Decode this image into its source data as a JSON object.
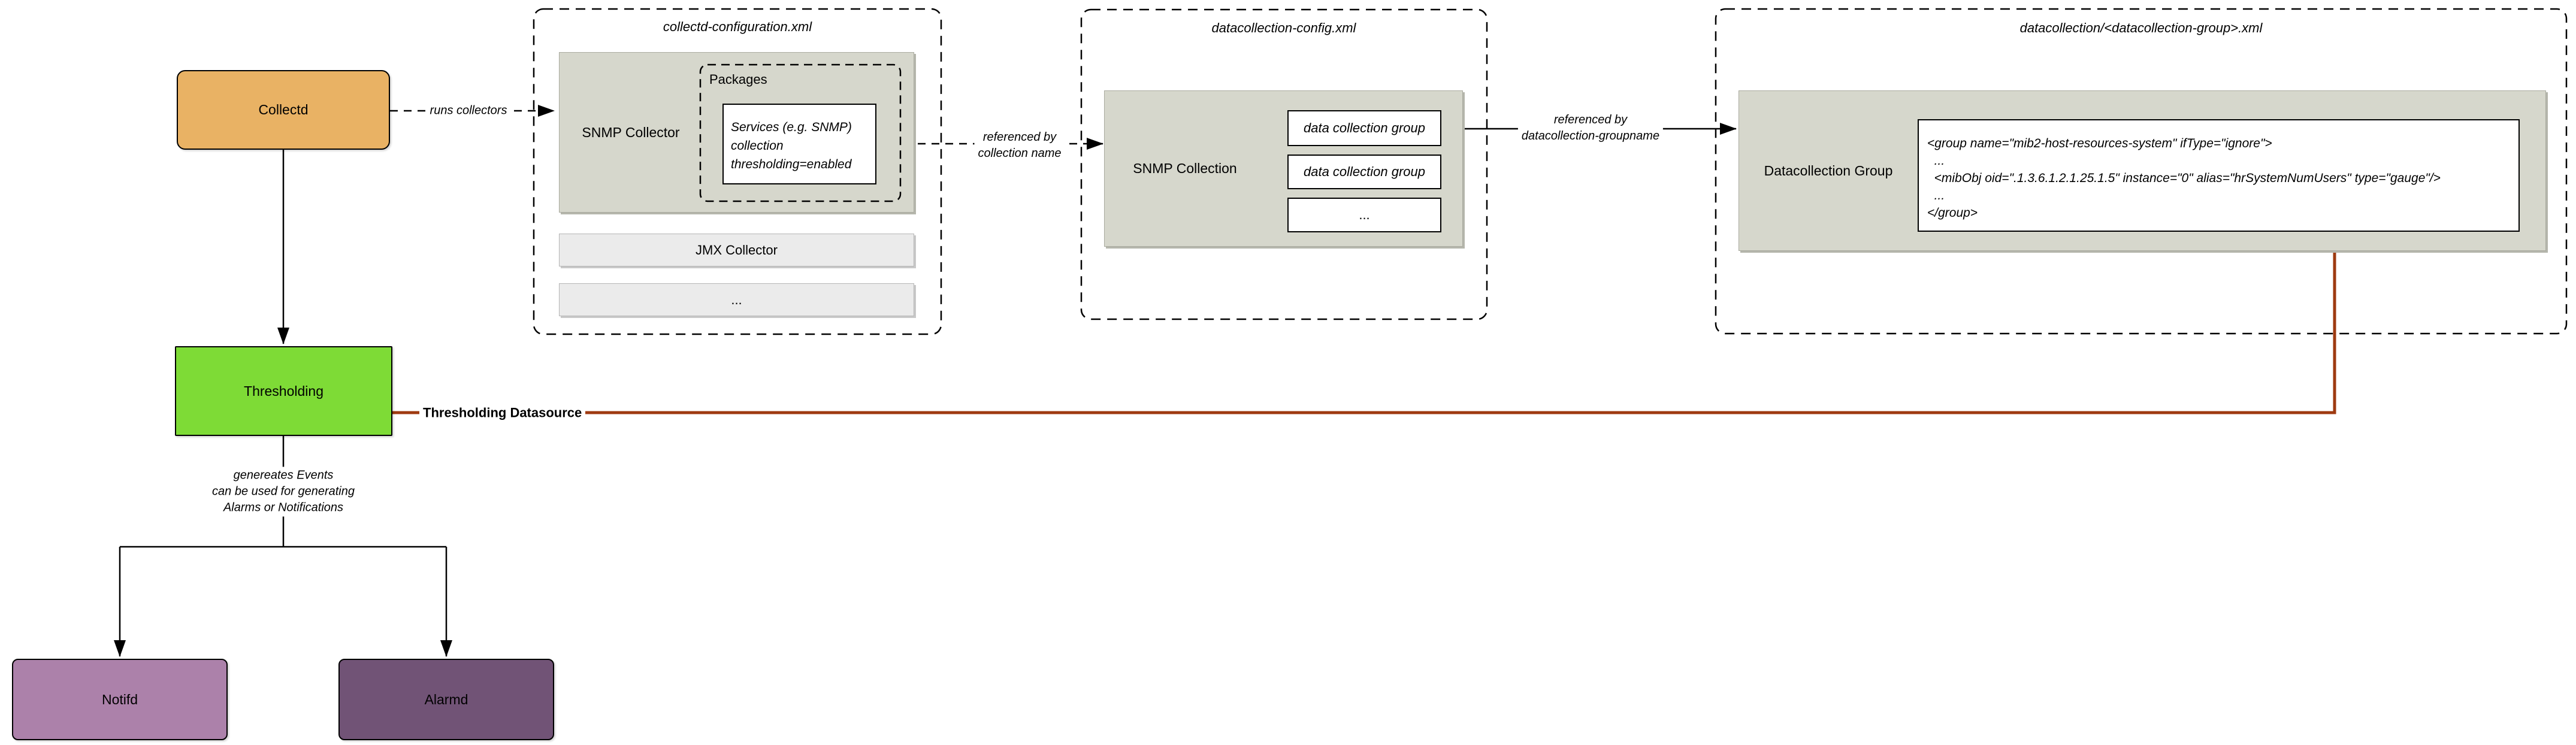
{
  "nodes": {
    "collectd": {
      "label": "Collectd"
    },
    "thresholding": {
      "label": "Thresholding"
    },
    "notifd": {
      "label": "Notifd"
    },
    "alarmd": {
      "label": "Alarmd"
    }
  },
  "collectd_config": {
    "title": "collectd-configuration.xml",
    "snmp_collector_label": "SNMP Collector",
    "packages_label": "Packages",
    "services_lines": [
      "Services (e.g. SNMP)",
      "collection",
      "thresholding=enabled"
    ],
    "jmx_collector_label": "JMX Collector",
    "more_label": "..."
  },
  "datacollection_config": {
    "title": "datacollection-config.xml",
    "snmp_collection_label": "SNMP Collection",
    "group_boxes": [
      "data collection group",
      "data collection group",
      "..."
    ]
  },
  "datacollection_group_file": {
    "title": "datacollection/<datacollection-group>.xml",
    "panel_label": "Datacollection Group",
    "xml_lines": [
      "<group name=\"mib2-host-resources-system\" ifType=\"ignore\">",
      "  ...",
      "  <mibObj oid=\".1.3.6.1.2.1.25.1.5\" instance=\"0\" alias=\"hrSystemNumUsers\" type=\"gauge\"/>",
      "  ...",
      "</group>"
    ]
  },
  "edges": {
    "runs_collectors": "runs collectors",
    "referenced_by_collection": [
      "referenced by",
      "collection name"
    ],
    "referenced_by_groupname": [
      "referenced by",
      "datacollection-groupname"
    ],
    "thresholding_datasource": "Thresholding Datasource",
    "generates_events": [
      "genereates Events",
      "can be used for generating",
      "Alarms or Notifications"
    ]
  },
  "colors": {
    "collectd_fill": "#e9b264",
    "thresholding_fill": "#7edb36",
    "notifd_fill": "#ac81aa",
    "alarmd_fill": "#715376",
    "gray_panel_fill": "#d6d7cc",
    "light_row_fill": "#ebebeb",
    "threshold_datasource_line": "#9e3a10",
    "line_color": "#000000"
  }
}
